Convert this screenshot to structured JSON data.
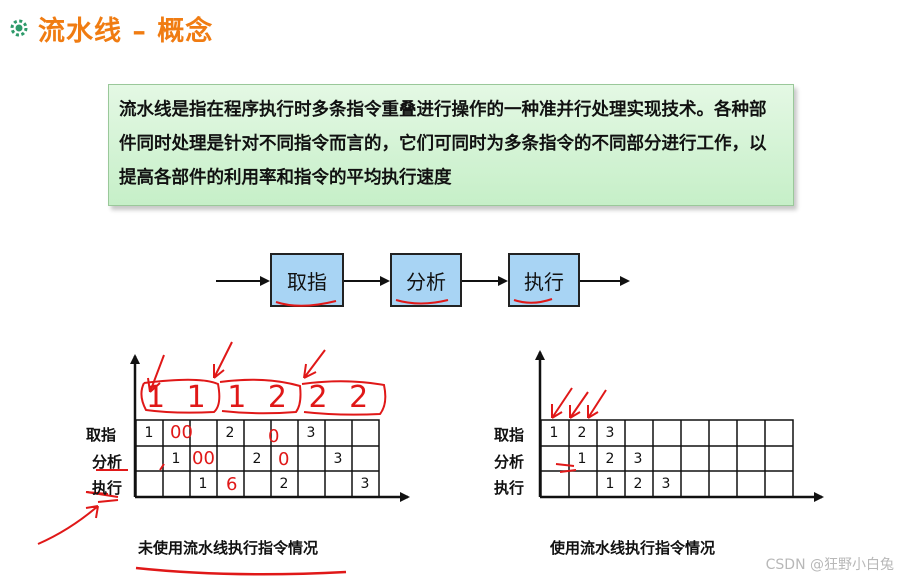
{
  "title": "流水线 – 概念",
  "definition": "流水线是指在程序执行时多条指令重叠进行操作的一种准并行处理实现技术。各种部件同时处理是针对不同指令而言的，它们可同时为多条指令的不同部分进行工作，以提高各部件的利用率和指令的平均执行速度",
  "stages": [
    "取指",
    "分析",
    "执行"
  ],
  "left_chart": {
    "caption": "未使用流水线执行指令情况",
    "row_labels": [
      "取指",
      "分析",
      "执行"
    ],
    "rows": [
      [
        "1",
        "",
        "",
        "2",
        "",
        "",
        "3",
        "",
        ""
      ],
      [
        "",
        "1",
        "",
        "",
        "2",
        "",
        "",
        "3",
        ""
      ],
      [
        "",
        "",
        "1",
        "",
        "",
        "2",
        "",
        "",
        "3"
      ]
    ]
  },
  "right_chart": {
    "caption": "使用流水线执行指令情况",
    "row_labels": [
      "取指",
      "分析",
      "执行"
    ],
    "rows": [
      [
        "1",
        "2",
        "3",
        "",
        "",
        "",
        "",
        "",
        ""
      ],
      [
        "",
        "1",
        "2",
        "3",
        "",
        "",
        "",
        "",
        ""
      ],
      [
        "",
        "",
        "1",
        "2",
        "3",
        "",
        "",
        "",
        ""
      ]
    ]
  },
  "annotations": {
    "top_numbers": "1 1 1 2 2 2",
    "circle_marks": [
      "00",
      "00",
      "0",
      "6",
      "0"
    ]
  },
  "watermark": "CSDN @狂野小白兔",
  "colors": {
    "title": "#f07c12",
    "stage_fill": "#a8d4f4",
    "annotation": "#e01818",
    "definition_bg": "#d2f2d2"
  }
}
